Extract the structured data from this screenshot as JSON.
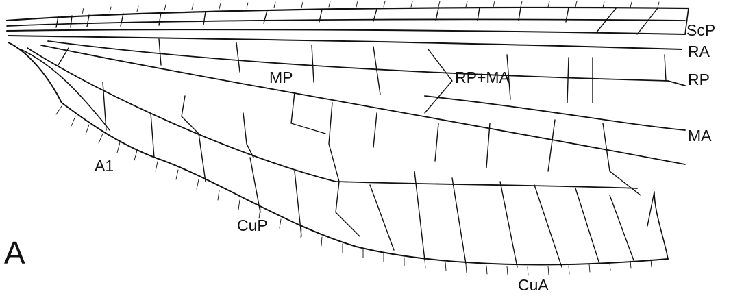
{
  "figure": {
    "panel_label": "A",
    "vein_labels": {
      "scp": "ScP",
      "ra": "RA",
      "rp": "RP",
      "ma": "MA",
      "mp": "MP",
      "rp_ma": "RP+MA",
      "a1": "A1",
      "cup": "CuP",
      "cua": "CuA"
    }
  },
  "colors": {
    "ink": "#111111",
    "background": "#ffffff"
  }
}
